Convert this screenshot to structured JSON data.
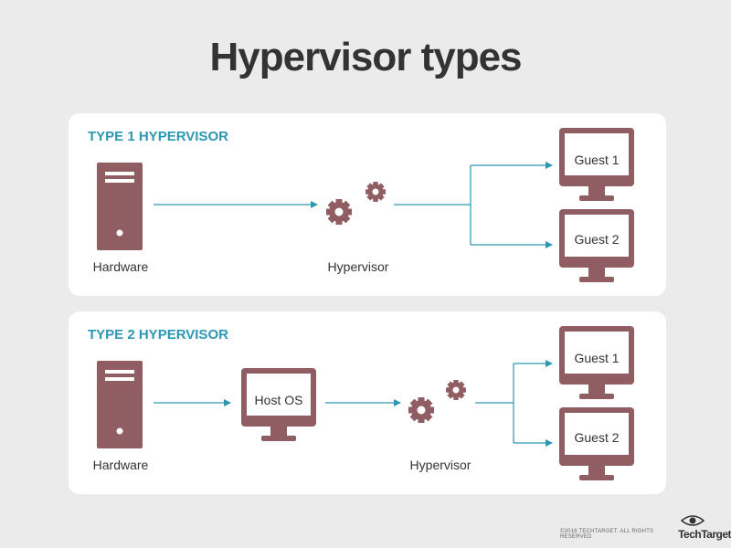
{
  "title": "Hypervisor types",
  "colors": {
    "page_bg": "#ebebeb",
    "panel_bg": "#ffffff",
    "icon_fill": "#8f5d62",
    "arrow": "#2c97b2",
    "heading_accent": "#2c97b2",
    "title_text": "#333333"
  },
  "type1": {
    "heading": "TYPE 1 HYPERVISOR",
    "hardware_label": "Hardware",
    "hypervisor_label": "Hypervisor",
    "guests": [
      "Guest 1",
      "Guest 2"
    ]
  },
  "type2": {
    "heading": "TYPE 2 HYPERVISOR",
    "hardware_label": "Hardware",
    "host_os_label": "Host OS",
    "hypervisor_label": "Hypervisor",
    "guests": [
      "Guest 1",
      "Guest 2"
    ]
  },
  "footer": {
    "copyright": "©2016 TECHTARGET. ALL RIGHTS RESERVED",
    "brand": "TechTarget"
  },
  "icons": {
    "hardware": "server-tower-icon",
    "hypervisor": "gears-icon",
    "guest": "monitor-icon",
    "host_os": "monitor-icon",
    "brand": "eye-logo-icon"
  }
}
